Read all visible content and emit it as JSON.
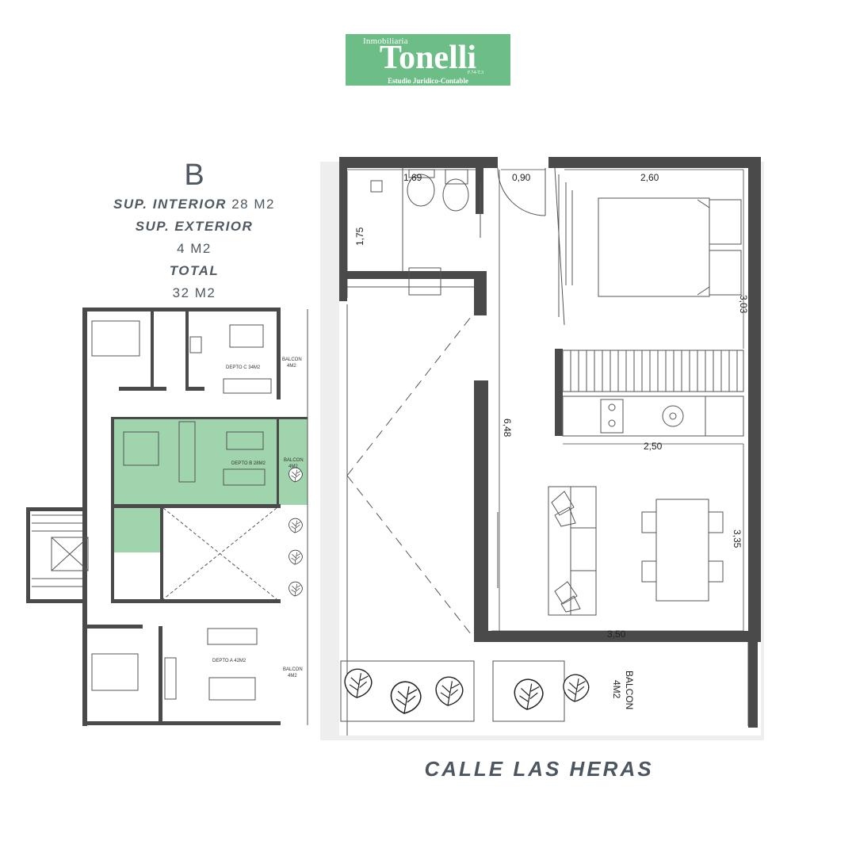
{
  "logo": {
    "top_text": "Inmobiliaria",
    "name": "Tonelli",
    "registration": "F.74-T.3",
    "subtitle": "Estudio Juridico-Contable"
  },
  "unit": {
    "label": "B",
    "interior_label": "SUP. INTERIOR",
    "interior_value": "28 M2",
    "exterior_label": "SUP. EXTERIOR",
    "exterior_value": "4 M2",
    "total_label": "TOTAL",
    "total_value": "32 M2"
  },
  "floor_plan": {
    "dimensions": {
      "bath_width": "1,69",
      "door_width": "0,90",
      "bedroom_width": "2,60",
      "bath_depth": "1,75",
      "bedroom_depth": "3,03",
      "total_depth": "6,48",
      "kitchen_width": "2,50",
      "living_depth": "3,35",
      "living_width": "3,50"
    },
    "balcony_label": "BALCON",
    "balcony_area": "4M2"
  },
  "key_plan": {
    "depto_c": "DEPTO C 34M2",
    "depto_b": "DEPTO B 28M2",
    "depto_a": "DEPTO A 42M2",
    "balcon": "BALCON",
    "balcon_area_top": "4M2",
    "balcon_area_mid": "4M2",
    "balcon_area_bot": "4M2"
  },
  "street_name": "CALLE LAS HERAS",
  "colors": {
    "logo_green": "#6dbd86",
    "highlight_green": "#8fcc9f",
    "wall": "#4a4a4a"
  }
}
